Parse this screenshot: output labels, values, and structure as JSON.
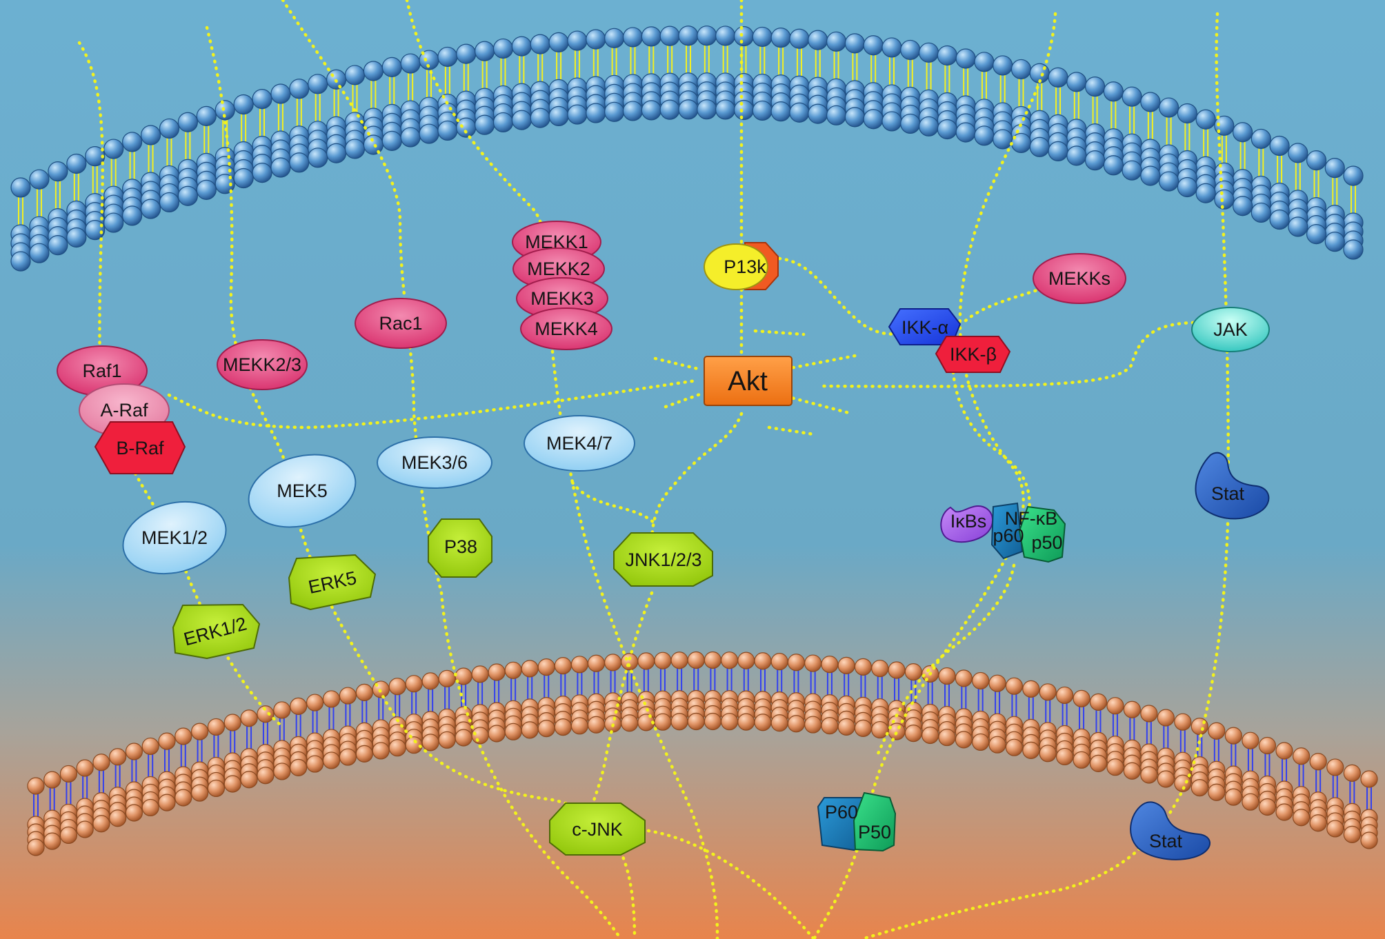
{
  "colors": {
    "background_top": "#6cb0d1",
    "background_mid": "#6aa9c6",
    "background_bottom": "#e8844c",
    "outer_membrane_head": "#5a9ad2",
    "outer_membrane_tail": "#f4f020",
    "nuclear_membrane_head": "#e09466",
    "nuclear_membrane_tail": "#3340ee",
    "pathway_line": "#f2f21c",
    "kinase_pink": "#e2487f",
    "kinase_red": "#ef1f3c",
    "kinase_light_blue": "#9dd6f5",
    "kinase_green": "#a9dc14",
    "akt_orange": "#f2811f"
  },
  "nodes": {
    "raf1": "Raf1",
    "a_raf": "A-Raf",
    "b_raf": "B-Raf",
    "mekk2_3": "MEKK2/3",
    "rac1": "Rac1",
    "mekk1": "MEKK1",
    "mekk2": "MEKK2",
    "mekk3": "MEKK3",
    "mekk4": "MEKK4",
    "pi3k": "P13k",
    "akt": "Akt",
    "mekks": "MEKKs",
    "ikk_alpha": "IKK-α",
    "ikk_beta": "IKK-β",
    "jak": "JAK",
    "mek1_2": "MEK1/2",
    "mek5": "MEK5",
    "mek3_6": "MEK3/6",
    "mek4_7": "MEK4/7",
    "erk1_2": "ERK1/2",
    "erk5": "ERK5",
    "p38": "P38",
    "jnk1_2_3": "JNK1/2/3",
    "stat_cytoplasm": "Stat",
    "ikbs": "IκBs",
    "nfkb": "NF-κB",
    "p60_complex": "p60",
    "p50_complex": "p50",
    "c_jnk": "c-JNK",
    "p60_nucleus": "P60",
    "p50_nucleus": "P50",
    "stat_nucleus": "Stat"
  }
}
